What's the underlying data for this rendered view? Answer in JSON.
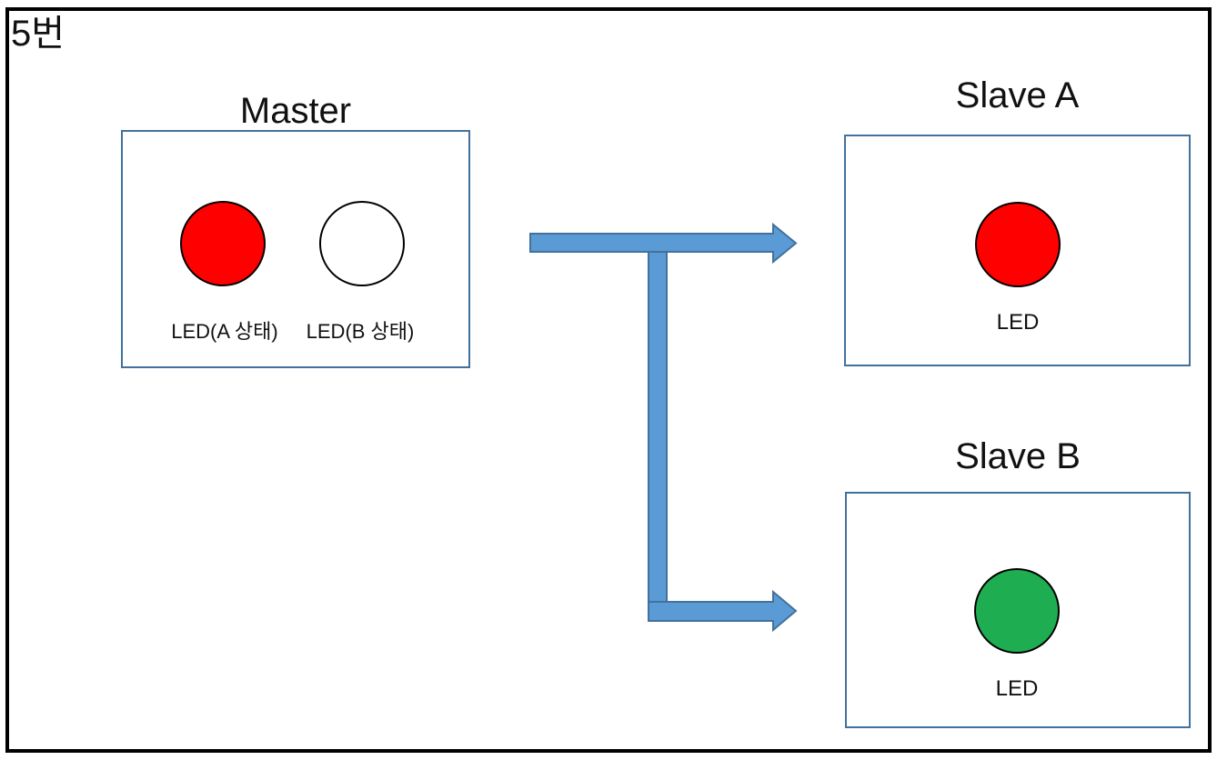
{
  "page_label": "5번",
  "colors": {
    "frame_border": "#000000",
    "box_border": "#41719c",
    "outline_black": "#000000",
    "arrow_fill": "#5b9bd5",
    "arrow_stroke": "#41719c",
    "led_red": "#fe0000",
    "led_green": "#1fad52",
    "led_off": "#ffffff"
  },
  "master": {
    "title": "Master",
    "leds": [
      {
        "label": "LED(A 상태)",
        "state": "red"
      },
      {
        "label": "LED(B 상태)",
        "state": "off"
      }
    ]
  },
  "slave_a": {
    "title": "Slave A",
    "led_state": "red",
    "led_label": "LED"
  },
  "slave_b": {
    "title": "Slave B",
    "led_state": "green",
    "led_label": "LED"
  },
  "connections": [
    {
      "from": "Master",
      "to": "Slave A"
    },
    {
      "from": "Master",
      "to": "Slave B"
    }
  ]
}
